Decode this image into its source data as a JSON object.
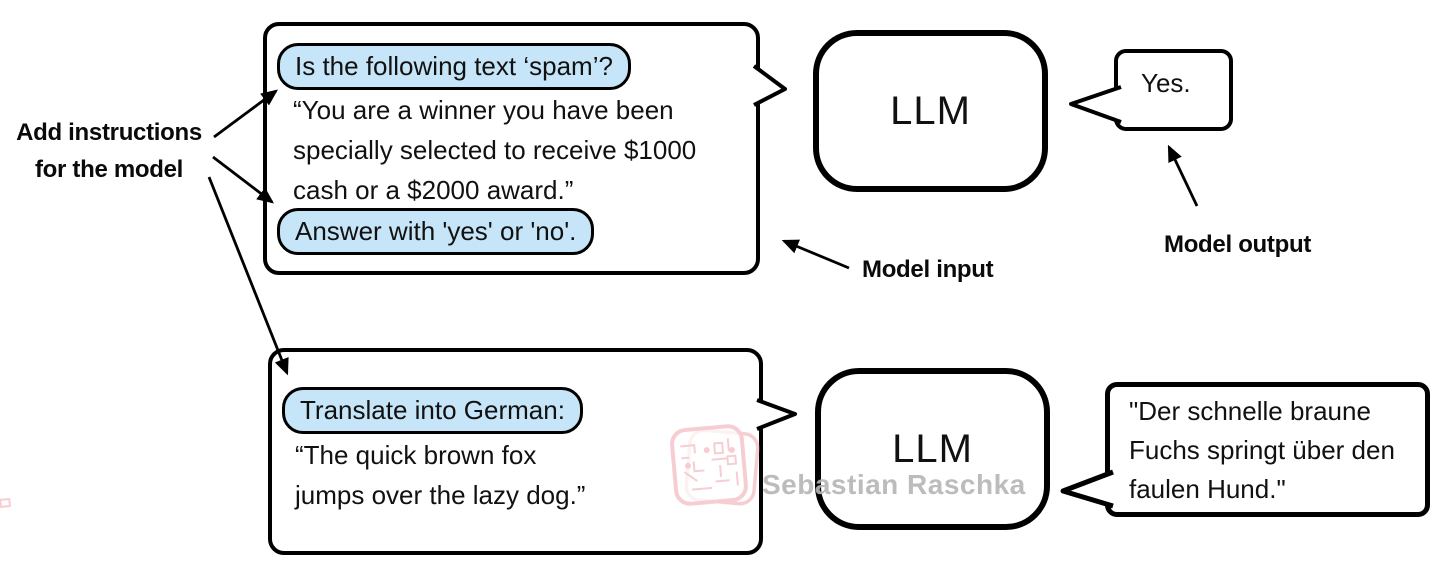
{
  "annotations": {
    "add_instructions_lines": [
      "Add instructions",
      "for the model"
    ],
    "model_input": "Model input",
    "model_output": "Model output"
  },
  "spam_example": {
    "instruction_1": "Is the following text ‘spam’?",
    "input_lines": [
      "“You are a winner you have been",
      "specially selected to receive $1000",
      "cash or a $2000 award.”"
    ],
    "instruction_2": "Answer with 'yes' or 'no'.",
    "model_label": "LLM",
    "output": "Yes."
  },
  "translation_example": {
    "instruction": "Translate into German:",
    "input_lines": [
      "“The quick brown fox",
      "jumps over the lazy dog.”"
    ],
    "model_label": "LLM",
    "output_lines": [
      "\"Der schnelle braune",
      "Fuchs springt über den",
      "faulen Hund.\""
    ]
  },
  "watermark": {
    "text": "Sebastian Raschka"
  },
  "colors": {
    "highlight_fill": "#c6e5f8",
    "stroke": "#000000",
    "watermark_pink": "#ee9ea4",
    "watermark_gray": "#b5b5b5"
  }
}
